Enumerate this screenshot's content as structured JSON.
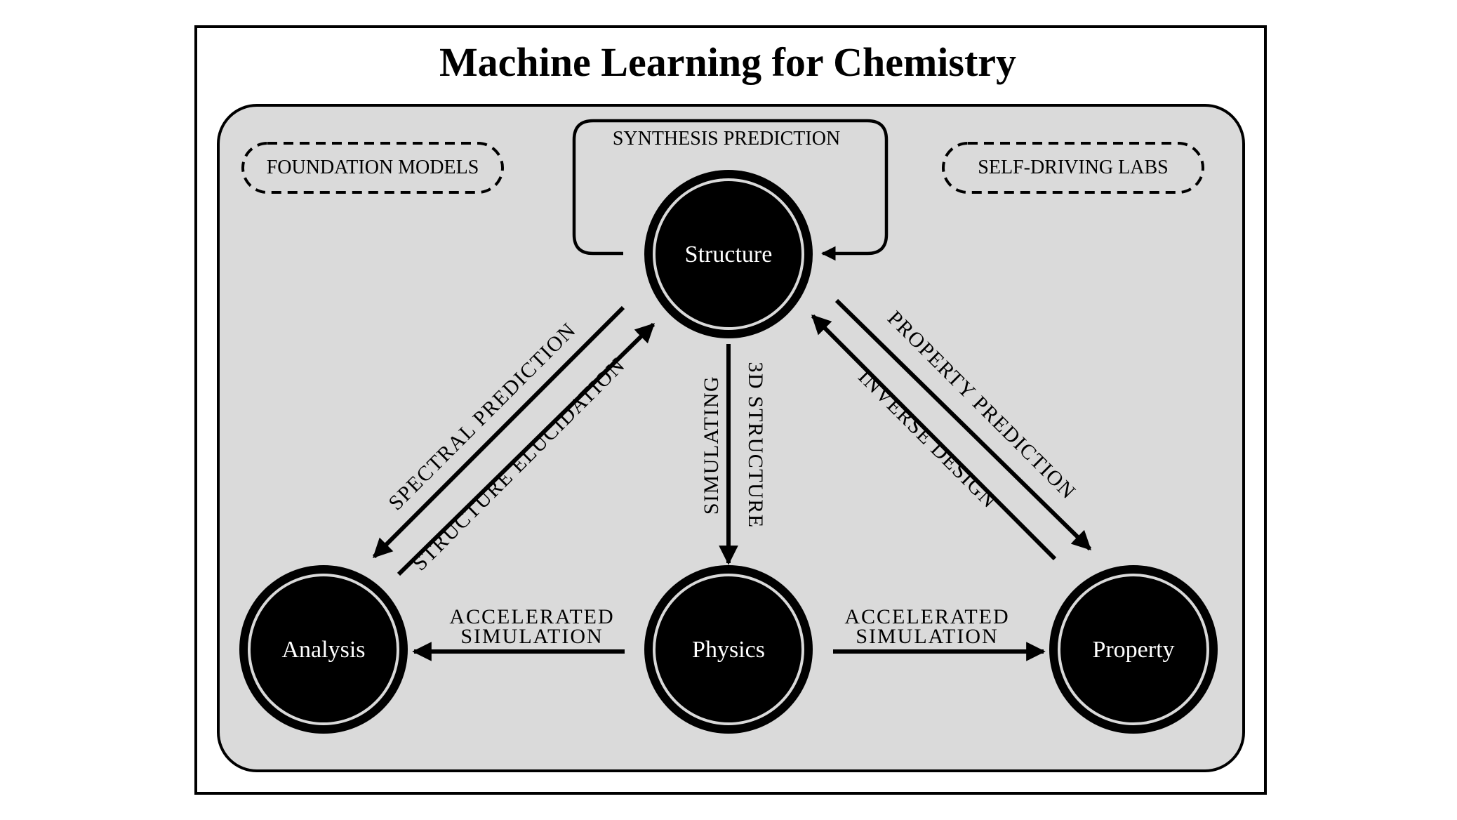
{
  "title": "Machine Learning for Chemistry",
  "colors": {
    "panel_fill": "#dadada",
    "node_fill": "#000000",
    "node_ring": "#d9d9d9",
    "stroke": "#000000",
    "node_text": "#ffffff"
  },
  "badges": {
    "foundation": "FOUNDATION MODELS",
    "self_driving": "SELF-DRIVING LABS"
  },
  "nodes": {
    "structure": "Structure",
    "analysis": "Analysis",
    "physics": "Physics",
    "property": "Property"
  },
  "edges": {
    "synthesis": "SYNTHESIS PREDICTION",
    "spectral": "SPECTRAL PREDICTION",
    "elucidation": "STRUCTURE ELUCIDATION",
    "simulating_1": "SIMULATING",
    "simulating_2": "3D STRUCTURE",
    "property_prediction": "PROPERTY PREDICTION",
    "inverse_design": "INVERSE DESIGN",
    "accel_left_1": "ACCELERATED",
    "accel_left_2": "SIMULATION",
    "accel_right_1": "ACCELERATED",
    "accel_right_2": "SIMULATION"
  }
}
